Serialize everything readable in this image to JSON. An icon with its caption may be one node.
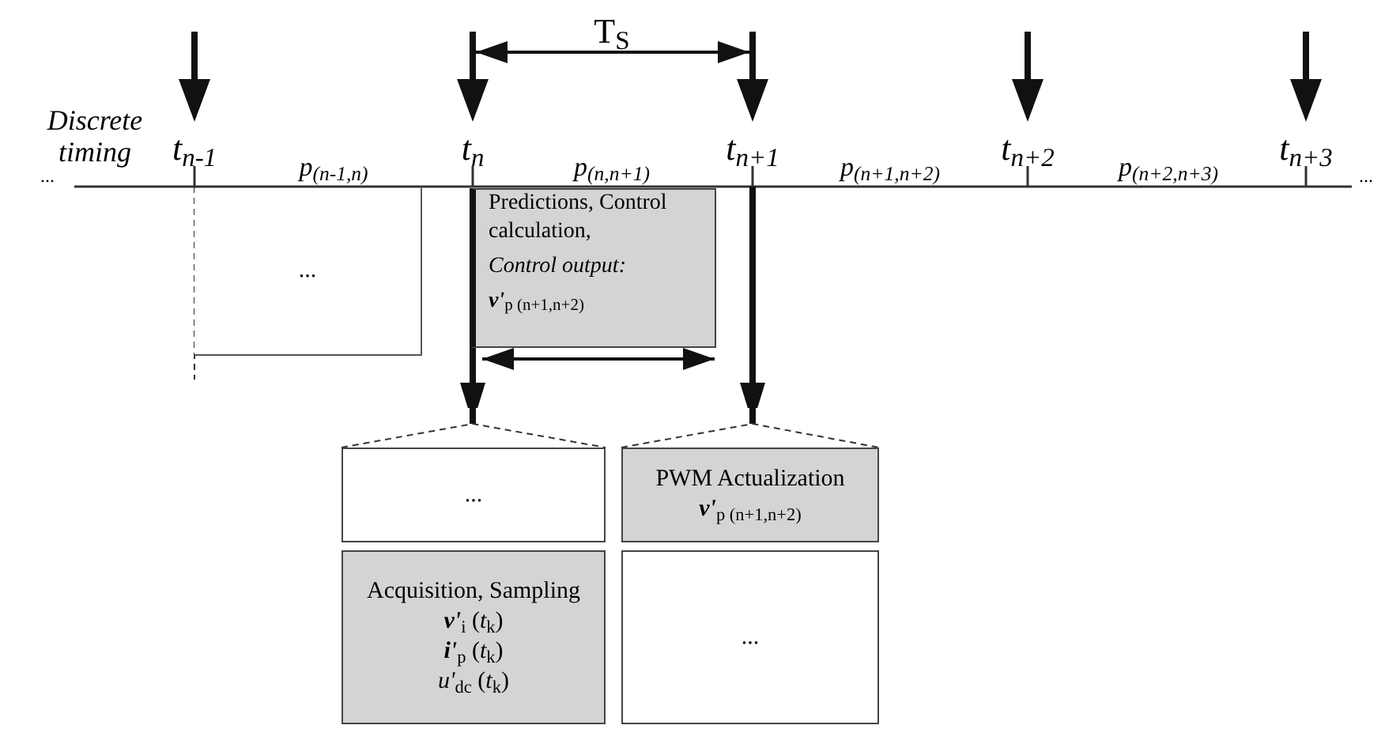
{
  "diagram": {
    "nodes": [
      {
        "text": [
          "..."
        ]
      },
      {
        "text": [
          "Predictions, Control calculation,",
          "Control output:",
          "**v'**$_{p (n+1,n+2)}$"
        ]
      },
      {
        "text": [
          "..."
        ]
      },
      {
        "text": [
          "Acquisition, Sampling",
          "**v'**$_{i}$ (*t*$_{k}$)",
          "**i'**$_{p}$ (*t*$_{k}$)",
          "*u'*$_{dc}$ (*t*$_{k}$)"
        ]
      },
      {
        "text": [
          "PWM Actualization",
          "**v'**$_{p (n+1,n+2)}$"
        ]
      },
      {
        "text": [
          "..."
        ]
      }
    ],
    "edges": [
      {
        "from": 1,
        "to": 2,
        "arrow": "to"
      },
      {
        "from": null,
        "to": 4,
        "arrow": "to"
      }
    ],
    "labels": [
      "T$_{S}$",
      "Discrete timing",
      "...",
      "t$_{n-1}$",
      "p$_{(n-1,n)}$",
      "t$_{n}$",
      "p$_{(n,n+1)}$",
      "t$_{n+1}$",
      "p$_{(n+1,n+2)}$",
      "t$_{n+2}$",
      "p$_{(n+2,n+3)}$",
      "t$_{n+3}$",
      "..."
    ]
  }
}
